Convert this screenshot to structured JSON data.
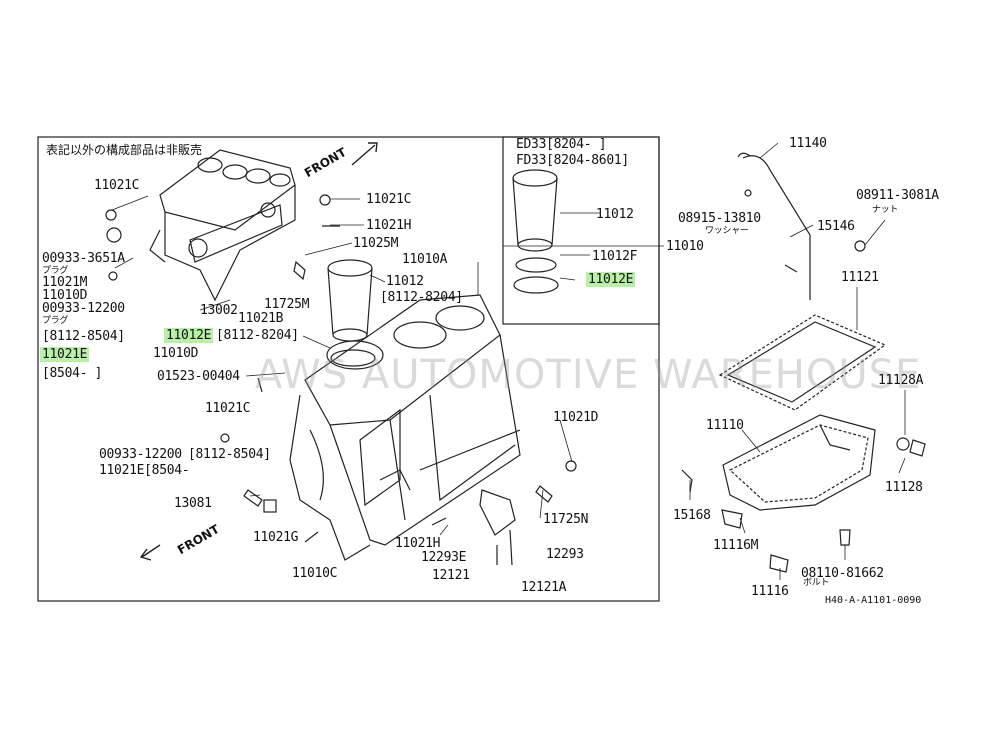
{
  "note": "表記以外の構成部品は非販売",
  "watermark": "AWS AUTOMOTIVE WAREHOUSE",
  "front_label": "FRONT",
  "drawing_code": "H40-A-A1101-0090",
  "highlight_color": "#b8f0a8",
  "inset": {
    "ed33": "ED33[8204-    ]",
    "fd33": "FD33[8204-8601]",
    "p11012": "11012",
    "p11012f": "11012F",
    "p11012e": "11012E",
    "p11010": "11010"
  },
  "labels": {
    "p11021c_a": "11021C",
    "p00933_3651a": "00933-3651A",
    "plug1": "プラグ",
    "p11021m": "11021M",
    "p11010d_a": "11010D",
    "p00933_12200": "00933-12200",
    "plug2": "プラグ",
    "r8112_8504_a": "[8112-8504]",
    "p11021e_hl": "11021E",
    "r8504_a": "[8504-      ]",
    "p11010d_b": "11010D",
    "p13002": "13002",
    "p11021b": "11021B",
    "p11725m": "11725M",
    "p11021c_b": "11021C",
    "p11021h_a": "11021H",
    "p11025m": "11025M",
    "p11010a": "11010A",
    "p11012": "11012",
    "r8112_8204_a": "[8112-8204]",
    "p11012e_hl": "11012E",
    "r8112_8204_b": "[8112-8204]",
    "p01523": "01523-00404",
    "p11021c_c": "11021C",
    "p00933_b": "00933-12200",
    "r8112_8504_b": "[8112-8504]",
    "p11021e_b": "11021E[8504-",
    "p11021d": "11021D",
    "p13081": "13081",
    "p11725n": "11725N",
    "p11021g": "11021G",
    "p11021h_b": "11021H",
    "p12293e": "12293E",
    "p12293": "12293",
    "p12121": "12121",
    "p12121a": "12121A",
    "p11010c": "11010C",
    "p11140": "11140",
    "p08911": "08911-3081A",
    "nut": "ナット",
    "p08915": "08915-13810",
    "washer": "ワッシャー",
    "p15146": "15146",
    "p11121": "11121",
    "p11128a": "11128A",
    "p11110": "11110",
    "p11128": "11128",
    "p15168": "15168",
    "p11116m": "11116M",
    "p08110": "08110-81662",
    "bolt": "ボルト",
    "p11116": "11116"
  }
}
